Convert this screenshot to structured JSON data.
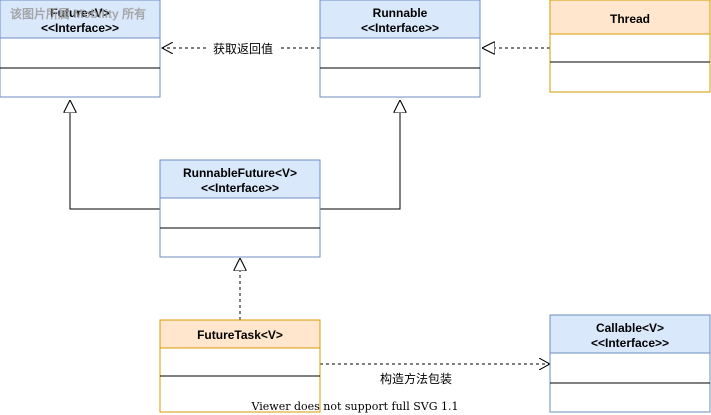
{
  "watermark": "该图片所属 Mobility 所有",
  "footer": "Viewer does not support full SVG 1.1",
  "colors": {
    "interface_header": "#dae8fc",
    "interface_stroke": "#6c8ebf",
    "class_header": "#ffe6cc",
    "class_stroke": "#d79b00",
    "line": "#000000"
  },
  "classes": {
    "future": {
      "name": "Future<V>",
      "stereotype": "<<Interface>>",
      "kind": "interface"
    },
    "runnable": {
      "name": "Runnable",
      "stereotype": "<<Interface>>",
      "kind": "interface"
    },
    "thread": {
      "name": "Thread",
      "stereotype": "",
      "kind": "class"
    },
    "runnable_future": {
      "name": "RunnableFuture<V>",
      "stereotype": "<<Interface>>",
      "kind": "interface"
    },
    "future_task": {
      "name": "FutureTask<V>",
      "stereotype": "",
      "kind": "class"
    },
    "callable": {
      "name": "Callable<V>",
      "stereotype": "<<Interface>>",
      "kind": "interface"
    }
  },
  "relations": {
    "runnable_to_future": {
      "label": "获取返回值"
    },
    "future_task_to_callable": {
      "label": "构造方法包装"
    }
  }
}
